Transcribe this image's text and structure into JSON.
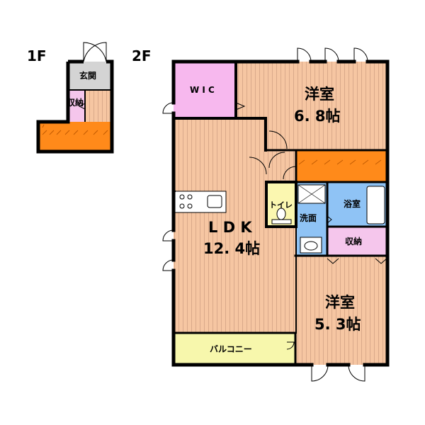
{
  "floors": {
    "first": {
      "label": "1F",
      "entrance": "玄関",
      "storage": "収納"
    },
    "second": {
      "label": "2F",
      "wic": "W I C",
      "western_room_north": {
        "name": "洋室",
        "size": "6. 8帖"
      },
      "ldk": {
        "name": "L D K",
        "size": "12. 4帖"
      },
      "toilet": "トイレ",
      "washroom": "洗面",
      "bathroom": "浴室",
      "storage": "収納",
      "western_room_south": {
        "name": "洋室",
        "size": "5. 3帖"
      },
      "balcony": "バルコニー"
    }
  },
  "colors": {
    "floor_wood": "#f6c6a2",
    "stripe": "#d9a98a",
    "wic": "#f7b8ee",
    "storage": "#f5c6ec",
    "stair": "#ff8a1a",
    "entrance": "#d4d4d4",
    "bath": "#8fc3f5",
    "toilet": "#fbf7b0",
    "balcony": "#f7f7ac",
    "wall": "#000000"
  }
}
